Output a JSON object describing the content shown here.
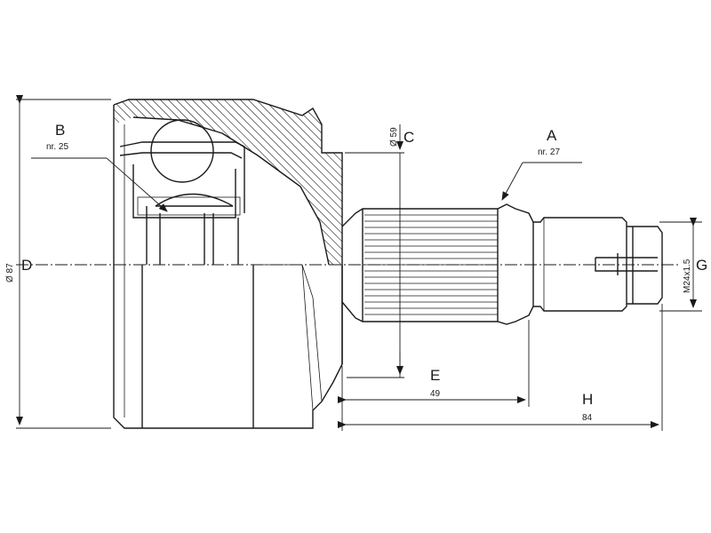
{
  "labels": {
    "a": "A",
    "a_nr": "nr. 27",
    "b": "B",
    "b_nr": "nr. 25",
    "c": "C",
    "c_dim": "Ø 59",
    "d": "D",
    "d_dim": "Ø 87",
    "e": "E",
    "e_dim": "49",
    "g": "G",
    "g_dim": "M24x1.5",
    "h": "H",
    "h_dim": "84"
  }
}
